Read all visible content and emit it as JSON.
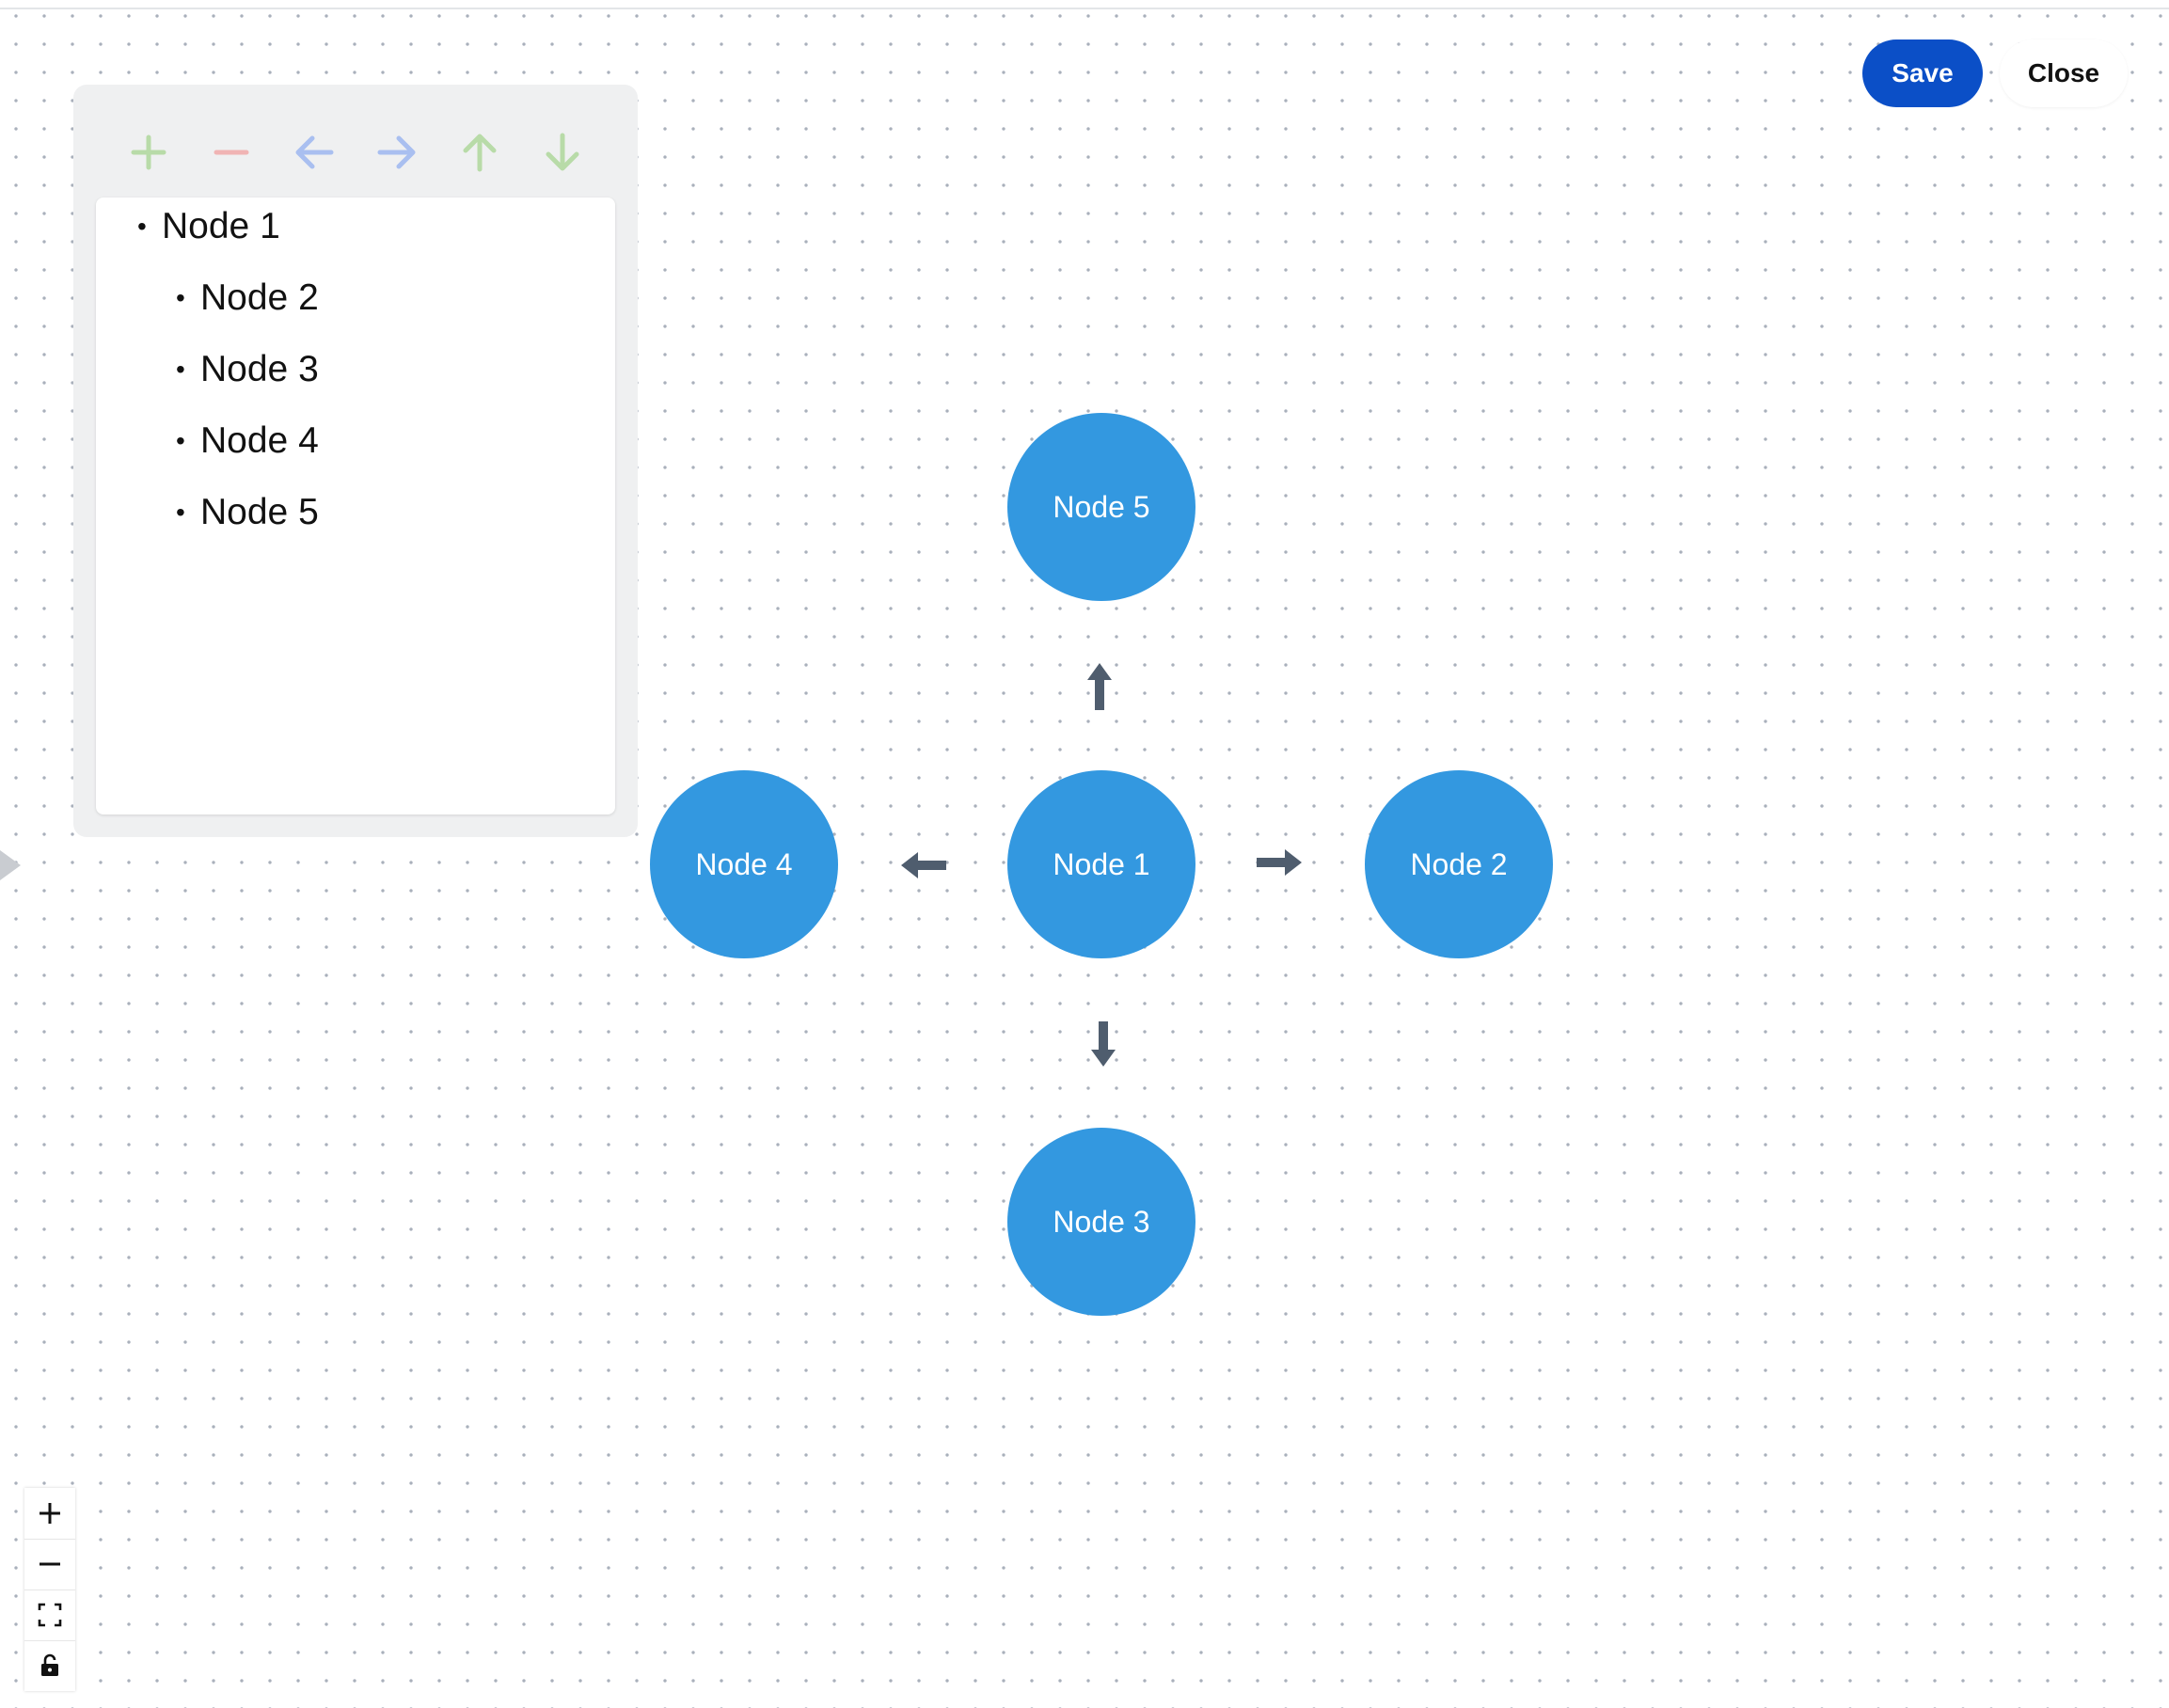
{
  "header": {
    "save_label": "Save",
    "close_label": "Close"
  },
  "toolbar": {
    "tools": [
      {
        "icon": "plus-icon",
        "color": "#b8dba8"
      },
      {
        "icon": "minus-icon",
        "color": "#f0b4b4"
      },
      {
        "icon": "arrow-left-icon",
        "color": "#a9bff0"
      },
      {
        "icon": "arrow-right-icon",
        "color": "#a9bff0"
      },
      {
        "icon": "arrow-up-icon",
        "color": "#b8dba8"
      },
      {
        "icon": "arrow-down-icon",
        "color": "#b8dba8"
      }
    ]
  },
  "outline": {
    "items": [
      {
        "label": "Node 1",
        "level": 0
      },
      {
        "label": "Node 2",
        "level": 1
      },
      {
        "label": "Node 3",
        "level": 1
      },
      {
        "label": "Node 4",
        "level": 1
      },
      {
        "label": "Node 5",
        "level": 1
      }
    ]
  },
  "graph": {
    "node_color": "#3398e0",
    "edge_color": "#4f5d6e",
    "nodes": [
      {
        "id": "node-1",
        "label": "Node 1"
      },
      {
        "id": "node-2",
        "label": "Node 2"
      },
      {
        "id": "node-3",
        "label": "Node 3"
      },
      {
        "id": "node-4",
        "label": "Node 4"
      },
      {
        "id": "node-5",
        "label": "Node 5"
      }
    ],
    "edges": [
      {
        "from": "Node 1",
        "to": "Node 2"
      },
      {
        "from": "Node 1",
        "to": "Node 3"
      },
      {
        "from": "Node 1",
        "to": "Node 4"
      },
      {
        "from": "Node 1",
        "to": "Node 5"
      }
    ]
  },
  "controls": {
    "items": [
      "zoom-in-icon",
      "zoom-out-icon",
      "fit-view-icon",
      "lock-icon"
    ]
  },
  "colors": {
    "save_button": "#0b4fc7",
    "panel_background": "#eff0f1",
    "grid_dot": "#a9b0bb"
  }
}
